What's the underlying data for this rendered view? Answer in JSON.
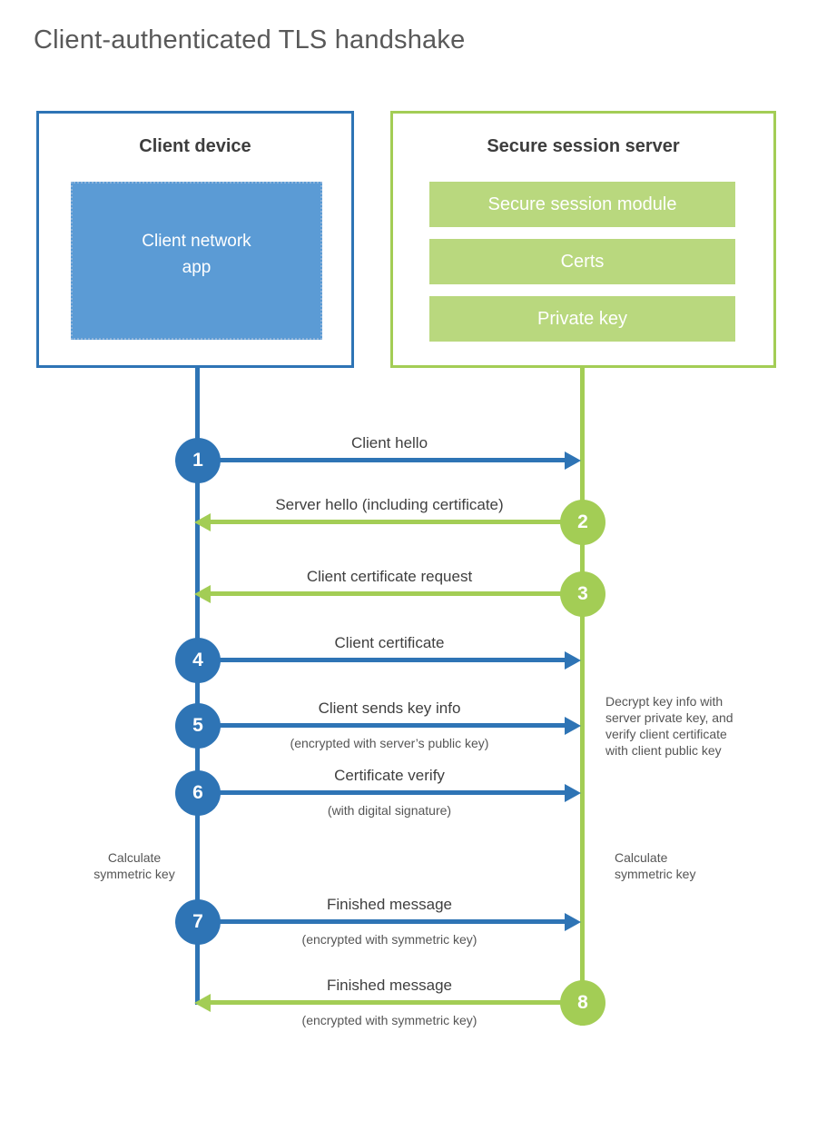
{
  "title": "Client-authenticated TLS handshake",
  "client": {
    "title": "Client device",
    "app_label": "Client network\napp"
  },
  "server": {
    "title": "Secure session server",
    "modules": [
      "Secure session module",
      "Certs",
      "Private key"
    ]
  },
  "steps": [
    {
      "num": "1",
      "label": "Client hello",
      "sub": "",
      "direction": "client-to-server"
    },
    {
      "num": "2",
      "label": "Server hello (including certificate)",
      "sub": "",
      "direction": "server-to-client"
    },
    {
      "num": "3",
      "label": "Client certificate request",
      "sub": "",
      "direction": "server-to-client"
    },
    {
      "num": "4",
      "label": "Client certificate",
      "sub": "",
      "direction": "client-to-server"
    },
    {
      "num": "5",
      "label": "Client sends key info",
      "sub": "(encrypted with server’s public key)",
      "direction": "client-to-server"
    },
    {
      "num": "6",
      "label": "Certificate verify",
      "sub": "(with digital signature)",
      "direction": "client-to-server"
    },
    {
      "num": "7",
      "label": "Finished message",
      "sub": "(encrypted with symmetric key)",
      "direction": "client-to-server"
    },
    {
      "num": "8",
      "label": "Finished message",
      "sub": "(encrypted with symmetric key)",
      "direction": "server-to-client"
    }
  ],
  "annotations": {
    "decrypt_note": "Decrypt key info with\nserver private key, and\nverify client certificate\nwith client public key",
    "calculate_left": "Calculate\nsymmetric key",
    "calculate_right": "Calculate\nsymmetric key"
  },
  "colors": {
    "blue": "#2e74b5",
    "blue_fill": "#5b9bd5",
    "green": "#a3cd55",
    "green_fill": "#b9d87e"
  }
}
